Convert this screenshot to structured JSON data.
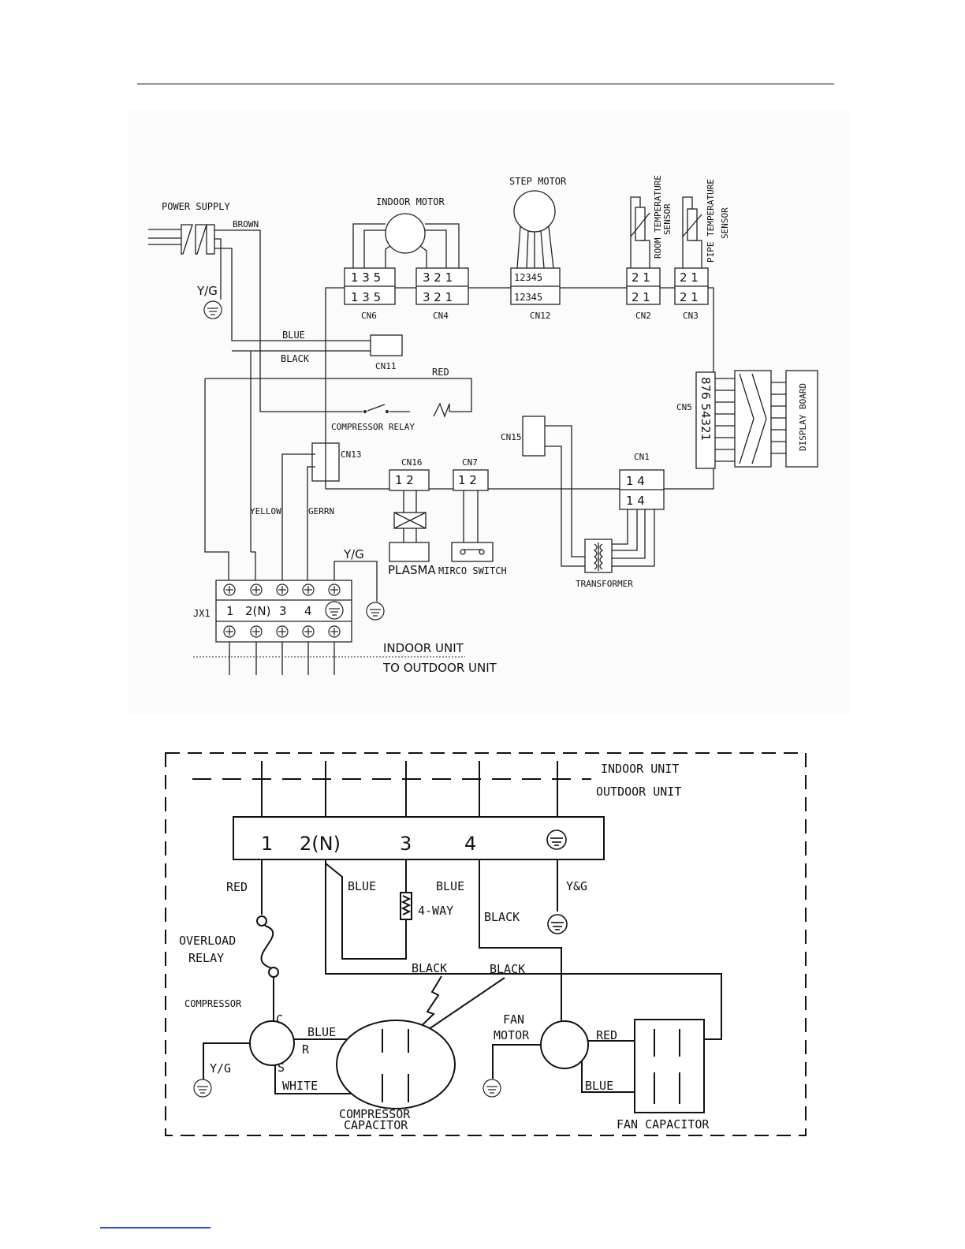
{
  "indoor": {
    "power_supply": "POWER SUPPLY",
    "brown": "BROWN",
    "yg": "Y/G",
    "blue": "BLUE",
    "black": "BLACK",
    "red": "RED",
    "indoor_motor": "INDOOR MOTOR",
    "step_motor": "STEP MOTOR",
    "room_sensor_1": "ROOM TEMPERATURE",
    "room_sensor_2": "SENSOR",
    "pipe_sensor_1": "PIPE TEMPERATURE",
    "pipe_sensor_2": "SENSOR",
    "cn6": "CN6",
    "cn6_pins": "1 3 5",
    "cn4": "CN4",
    "cn4_pins": "3 2 1",
    "cn12": "CN12",
    "cn12_pins": "12345",
    "cn2": "CN2",
    "cn2_pins": "2 1",
    "cn3": "CN3",
    "cn3_pins": "2 1",
    "cn11": "CN11",
    "compressor_relay": "COMPRESSOR RELAY",
    "cn5": "CN5",
    "cn5_pins": "876 54321",
    "display_board": "DISPLAY BOARD",
    "cn15": "CN15",
    "cn13": "CN13",
    "cn16": "CN16",
    "cn16_pins": "1 2",
    "cn7": "CN7",
    "cn7_pins": "1 2",
    "cn1": "CN1",
    "cn1_pins": "1  4",
    "yellow": "YELLOW",
    "green": "GERRN",
    "plasma": "PLASMA",
    "micro_switch": "MIRCO SWITCH",
    "transformer": "TRANSFORMER",
    "jx1": "JX1",
    "t1": "1",
    "t2": "2(N)",
    "t3": "3",
    "t4": "4",
    "yg2": "Y/G",
    "indoor_unit": "INDOOR UNIT",
    "to_outdoor": "TO OUTDOOR UNIT"
  },
  "outdoor": {
    "indoor_unit": "INDOOR UNIT",
    "outdoor_unit": "OUTDOOR UNIT",
    "t1": "1",
    "t2": "2(N)",
    "t3": "3",
    "t4": "4",
    "red": "RED",
    "blue1": "BLUE",
    "blue2": "BLUE",
    "four_way": "4-WAY",
    "black1": "BLACK",
    "yg": "Y&G",
    "overload_1": "OVERLOAD",
    "overload_2": "RELAY",
    "black2": "BLACK",
    "black3": "BLACK",
    "compressor": "COMPRESSOR",
    "c": "C",
    "r": "R",
    "s": "S",
    "blue3": "BLUE",
    "white": "WHITE",
    "yg2": "Y/G",
    "fan_motor_1": "FAN",
    "fan_motor_2": "MOTOR",
    "red2": "RED",
    "blue4": "BLUE",
    "comp_cap_1": "COMPRESSOR",
    "comp_cap_2": "CAPACITOR",
    "fan_cap": "FAN CAPACITOR"
  }
}
